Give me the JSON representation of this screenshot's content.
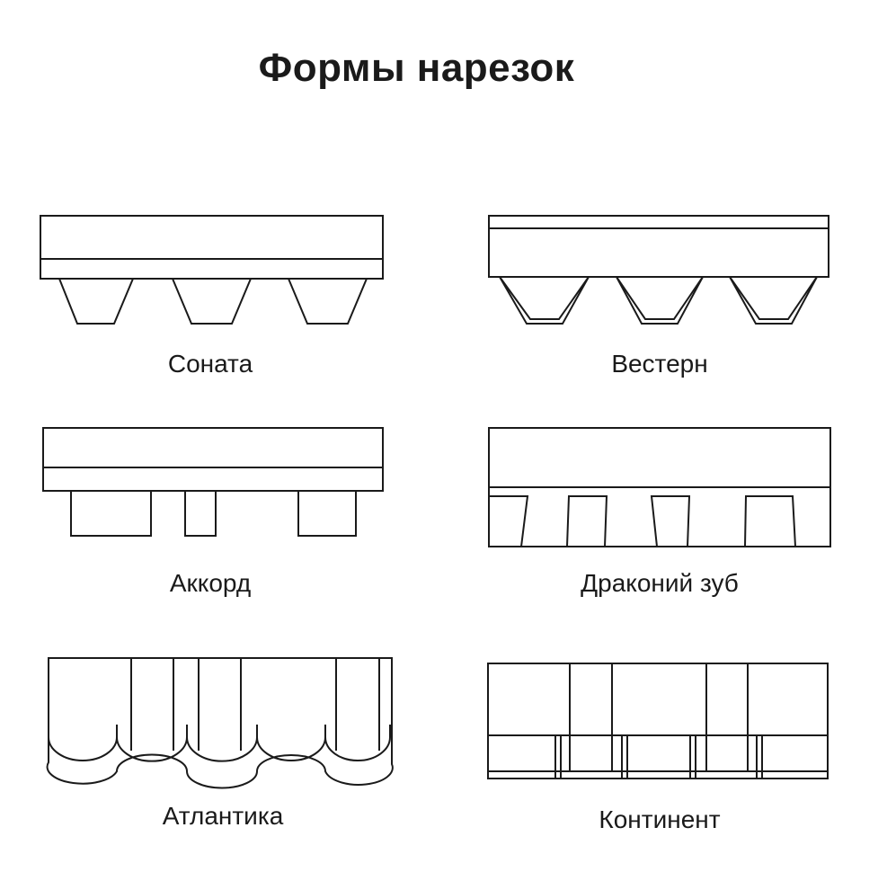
{
  "title": "Формы нарезок",
  "shapes": [
    {
      "name": "Соната"
    },
    {
      "name": "Вестерн"
    },
    {
      "name": "Аккорд"
    },
    {
      "name": "Драконий зуб"
    },
    {
      "name": "Атлантика"
    },
    {
      "name": "Континент"
    }
  ]
}
